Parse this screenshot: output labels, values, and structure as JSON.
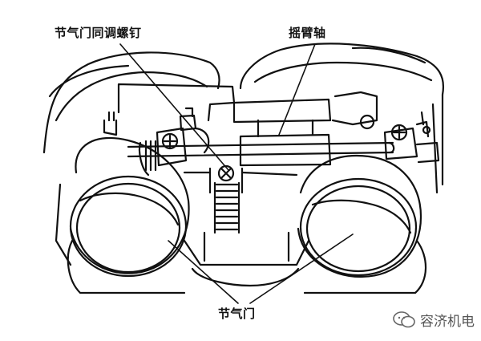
{
  "labels": {
    "sync_screw": "节气门同调螺钉",
    "rocker_shaft": "摇臂轴",
    "throttle_valve": "节气门"
  },
  "watermark": {
    "text": "容济机电",
    "icon": "wechat-chat-icon"
  },
  "colors": {
    "line": "#111111",
    "background": "#ffffff"
  }
}
